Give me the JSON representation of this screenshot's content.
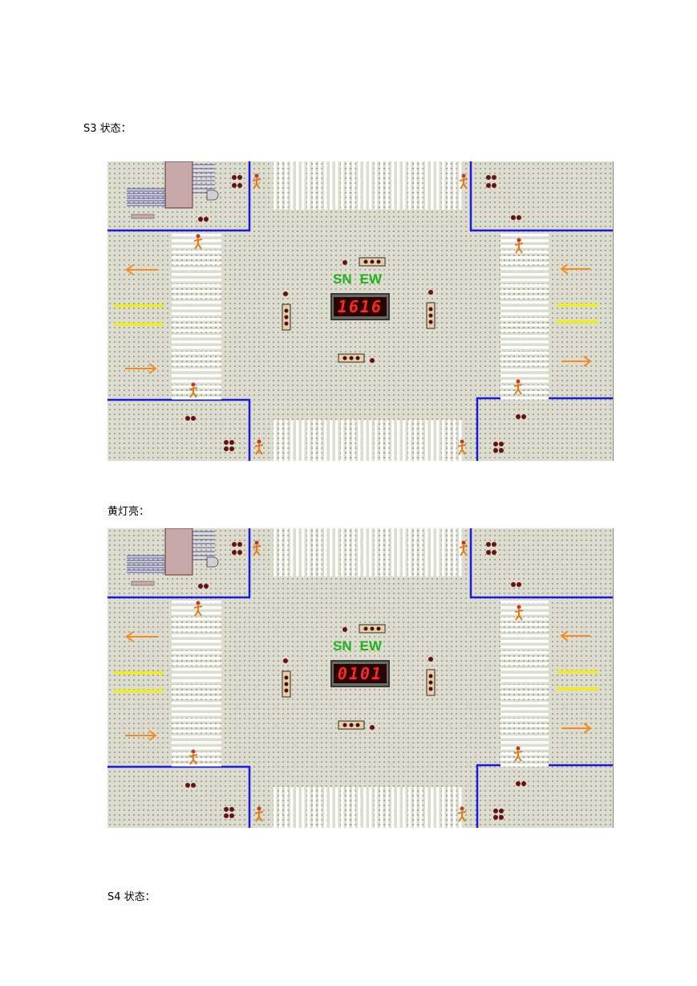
{
  "headings": {
    "s3": "S3 状态：",
    "yellow": "黄灯亮：",
    "s4": "S4 状态："
  },
  "panels": [
    {
      "direction_label_sn": "SN",
      "direction_label_ew": "EW",
      "counter": "1616"
    },
    {
      "direction_label_sn": "SN",
      "direction_label_ew": "EW",
      "counter": "0101"
    }
  ],
  "colors": {
    "road_border": "#1a1adc",
    "lane_yellow": "#f2ee14",
    "arrow_orange": "#f58a1e",
    "label_green": "#1fb21f",
    "digit_red": "#ff2a1a"
  }
}
